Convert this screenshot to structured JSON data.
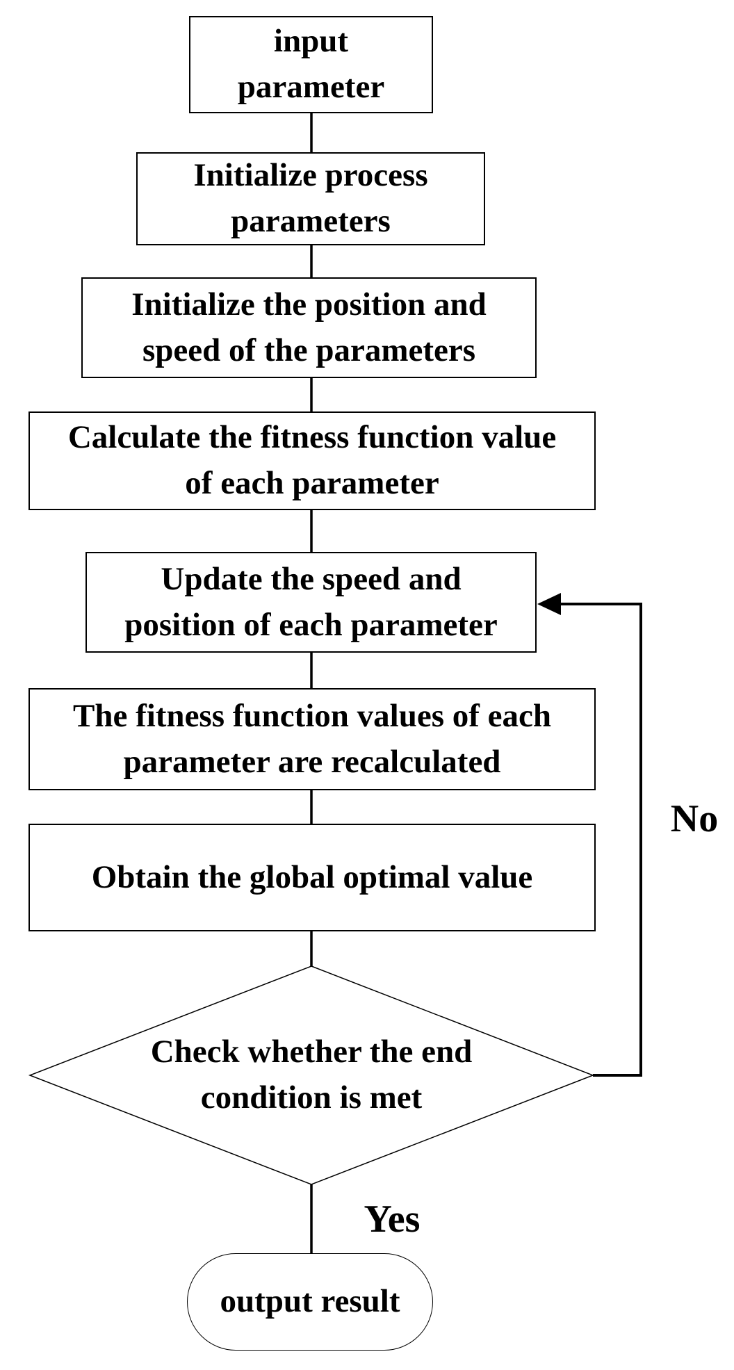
{
  "colors": {
    "line": "#000000",
    "text": "#000000",
    "shape_fill": "#ffffff",
    "background": "#ffffff"
  },
  "nodes": {
    "input": {
      "type": "process",
      "label": "input\nparameter"
    },
    "init_process": {
      "type": "process",
      "label": "Initialize process\nparameters"
    },
    "init_position": {
      "type": "process",
      "label": "Initialize the position and\nspeed of the parameters"
    },
    "calc_fitness": {
      "type": "process",
      "label": "Calculate the fitness function value\nof each parameter"
    },
    "update_speed": {
      "type": "process",
      "label": "Update the speed and\nposition of each parameter"
    },
    "recalc_fitness": {
      "type": "process",
      "label": "The fitness function values of each\nparameter are recalculated"
    },
    "global_optimal": {
      "type": "process",
      "label": "Obtain the global optimal value"
    },
    "check_end": {
      "type": "decision",
      "label": "Check whether the end\ncondition is met"
    },
    "output": {
      "type": "terminator",
      "label": "output result"
    }
  },
  "edges": {
    "yes_label": "Yes",
    "no_label": "No",
    "flow": [
      {
        "from": "input",
        "to": "init_process"
      },
      {
        "from": "init_process",
        "to": "init_position"
      },
      {
        "from": "init_position",
        "to": "calc_fitness"
      },
      {
        "from": "calc_fitness",
        "to": "update_speed"
      },
      {
        "from": "update_speed",
        "to": "recalc_fitness"
      },
      {
        "from": "recalc_fitness",
        "to": "global_optimal"
      },
      {
        "from": "global_optimal",
        "to": "check_end"
      },
      {
        "from": "check_end",
        "to": "output",
        "label": "Yes"
      },
      {
        "from": "check_end",
        "to": "update_speed",
        "label": "No"
      }
    ]
  }
}
